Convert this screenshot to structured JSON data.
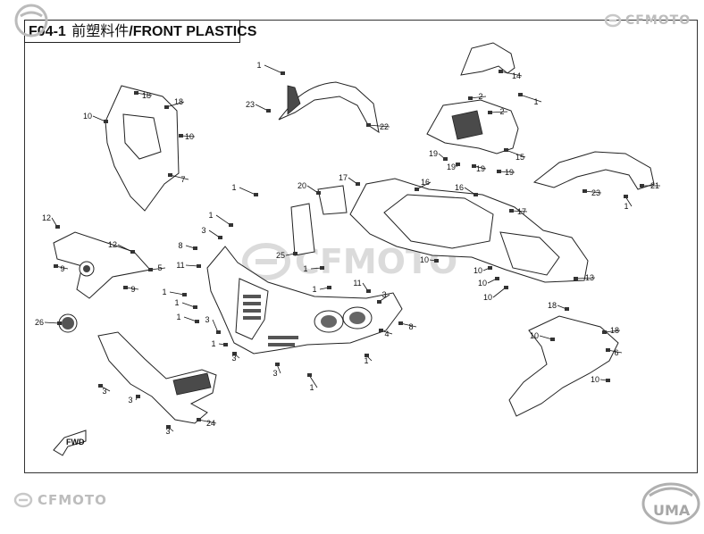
{
  "header": {
    "code": "F04-1",
    "title_cn": "前塑料件",
    "title_en": "/FRONT  PLASTICS"
  },
  "logos": {
    "top_right_brand": "CFMOTO",
    "bottom_left_brand": "CFMOTO",
    "bottom_right_brand": "UMA"
  },
  "watermark": "CFMOTO",
  "callouts": [
    {
      "id": "c1",
      "text": "1"
    },
    {
      "id": "c2",
      "text": "22"
    },
    {
      "id": "c3",
      "text": "23"
    },
    {
      "id": "c4",
      "text": "18"
    },
    {
      "id": "c5",
      "text": "18"
    },
    {
      "id": "c6",
      "text": "10"
    },
    {
      "id": "c7",
      "text": "10"
    },
    {
      "id": "c8",
      "text": "7"
    },
    {
      "id": "c9",
      "text": "14"
    },
    {
      "id": "c10",
      "text": "2"
    },
    {
      "id": "c11",
      "text": "2"
    },
    {
      "id": "c12",
      "text": "1"
    },
    {
      "id": "c13",
      "text": "15"
    },
    {
      "id": "c14",
      "text": "19"
    },
    {
      "id": "c15",
      "text": "19"
    },
    {
      "id": "c16",
      "text": "19"
    },
    {
      "id": "c17",
      "text": "19"
    },
    {
      "id": "c18",
      "text": "21"
    },
    {
      "id": "c19",
      "text": "23"
    },
    {
      "id": "c20",
      "text": "1"
    },
    {
      "id": "c21",
      "text": "1"
    },
    {
      "id": "c22",
      "text": "20"
    },
    {
      "id": "c23",
      "text": "17"
    },
    {
      "id": "c24",
      "text": "16"
    },
    {
      "id": "c25",
      "text": "16"
    },
    {
      "id": "c26",
      "text": "17"
    },
    {
      "id": "c27",
      "text": "12"
    },
    {
      "id": "c28",
      "text": "12"
    },
    {
      "id": "c29",
      "text": "9"
    },
    {
      "id": "c30",
      "text": "5"
    },
    {
      "id": "c31",
      "text": "9"
    },
    {
      "id": "c32",
      "text": "1"
    },
    {
      "id": "c33",
      "text": "3"
    },
    {
      "id": "c34",
      "text": "8"
    },
    {
      "id": "c35",
      "text": "11"
    },
    {
      "id": "c36",
      "text": "1"
    },
    {
      "id": "c37",
      "text": "1"
    },
    {
      "id": "c38",
      "text": "1"
    },
    {
      "id": "c39",
      "text": "25"
    },
    {
      "id": "c40",
      "text": "1"
    },
    {
      "id": "c41",
      "text": "1"
    },
    {
      "id": "c42",
      "text": "11"
    },
    {
      "id": "c43",
      "text": "3"
    },
    {
      "id": "c44",
      "text": "4"
    },
    {
      "id": "c45",
      "text": "8"
    },
    {
      "id": "c46",
      "text": "3"
    },
    {
      "id": "c47",
      "text": "1"
    },
    {
      "id": "c48",
      "text": "26"
    },
    {
      "id": "c49",
      "text": "3"
    },
    {
      "id": "c50",
      "text": "3"
    },
    {
      "id": "c51",
      "text": "3"
    },
    {
      "id": "c52",
      "text": "24"
    },
    {
      "id": "c53",
      "text": "10"
    },
    {
      "id": "c54",
      "text": "10"
    },
    {
      "id": "c55",
      "text": "10"
    },
    {
      "id": "c56",
      "text": "10"
    },
    {
      "id": "c57",
      "text": "13"
    },
    {
      "id": "c58",
      "text": "18"
    },
    {
      "id": "c59",
      "text": "18"
    },
    {
      "id": "c60",
      "text": "10"
    },
    {
      "id": "c61",
      "text": "6"
    },
    {
      "id": "c62",
      "text": "10"
    },
    {
      "id": "c63",
      "text": "1"
    },
    {
      "id": "c64",
      "text": "3"
    },
    {
      "id": "c65",
      "text": "1"
    },
    {
      "id": "c66",
      "text": "3"
    }
  ],
  "fwd_label": "FWD"
}
